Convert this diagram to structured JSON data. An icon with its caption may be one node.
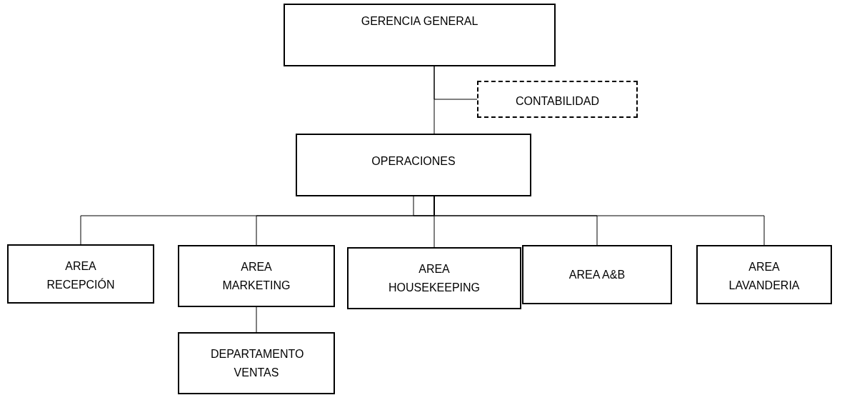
{
  "diagram": {
    "nodes": [
      {
        "text": [
          "GERENCIA GENERAL"
        ]
      },
      {
        "text": [
          "CONTABILIDAD"
        ]
      },
      {
        "text": [
          "OPERACIONES"
        ]
      },
      {
        "text": [
          "AREA RECEPCIÓN"
        ]
      },
      {
        "text": [
          "AREA MARKETING"
        ]
      },
      {
        "text": [
          "AREA HOUSEKEEPING"
        ]
      },
      {
        "text": [
          "AREA A&B"
        ]
      },
      {
        "text": [
          "AREA LAVANDERIA"
        ]
      },
      {
        "text": [
          "DEPARTAMENTO VENTAS"
        ]
      }
    ],
    "edges": [
      {
        "from": 0,
        "to": 2,
        "arrow": "none"
      },
      {
        "from": 0,
        "to": 1,
        "arrow": "none"
      },
      {
        "from": 2,
        "to": 3,
        "arrow": "none"
      },
      {
        "from": 2,
        "to": 4,
        "arrow": "none"
      },
      {
        "from": 2,
        "to": 5,
        "arrow": "none"
      },
      {
        "from": 2,
        "to": 6,
        "arrow": "none"
      },
      {
        "from": 2,
        "to": 7,
        "arrow": "none"
      },
      {
        "from": 4,
        "to": 8,
        "arrow": "none"
      }
    ]
  }
}
